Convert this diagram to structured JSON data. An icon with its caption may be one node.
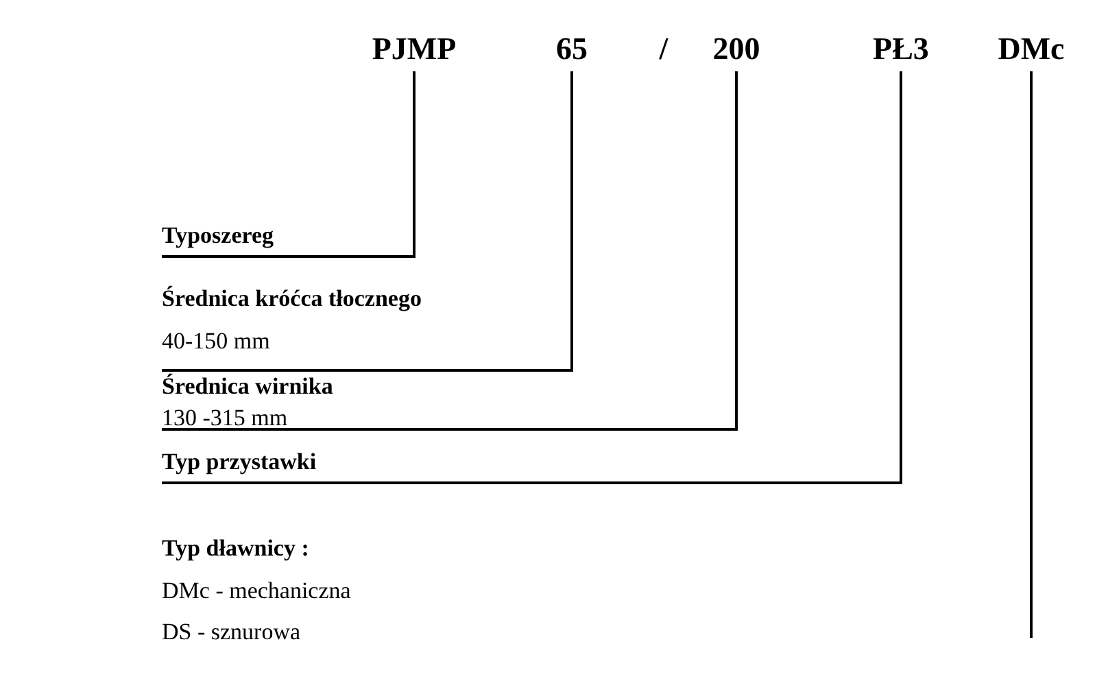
{
  "diagram": {
    "nodes": [
      {
        "text": [
          "PJMP"
        ]
      },
      {
        "text": [
          "65"
        ]
      },
      {
        "text": [
          "200"
        ]
      },
      {
        "text": [
          "PŁ3"
        ]
      },
      {
        "text": [
          "DMc"
        ]
      },
      {
        "text": [
          "Typoszereg"
        ]
      },
      {
        "text": [
          "Średnica króćca tłocznego",
          "40-150 mm"
        ]
      },
      {
        "text": [
          "Średnica wirnika",
          "130 -315 mm"
        ]
      },
      {
        "text": [
          "Typ przystawki"
        ]
      },
      {
        "text": [
          "Typ dławnicy :",
          "DMc - mechaniczna",
          "DS - sznurowa"
        ]
      }
    ],
    "edges": [
      {
        "from": 0,
        "to": 5,
        "arrow": "none"
      },
      {
        "from": 1,
        "to": 6,
        "arrow": "none"
      },
      {
        "from": 2,
        "to": 7,
        "arrow": "none"
      },
      {
        "from": 3,
        "to": 8,
        "arrow": "none"
      },
      {
        "from": 4,
        "to": null,
        "arrow": "none"
      }
    ],
    "labels": [
      "/"
    ]
  }
}
